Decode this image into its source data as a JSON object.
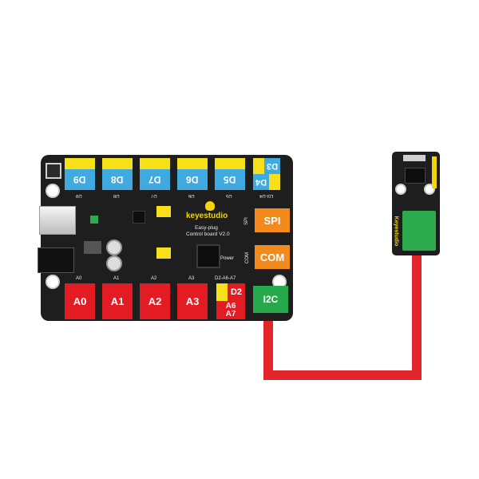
{
  "board": {
    "brand": "keyestudio",
    "line1": "Easy-plug",
    "line2": "Control board V2.0",
    "top_ports": [
      {
        "label": "D9",
        "silk": "D9"
      },
      {
        "label": "D8",
        "silk": "D8"
      },
      {
        "label": "D7",
        "silk": "D7"
      },
      {
        "label": "D6",
        "silk": "D6"
      },
      {
        "label": "D5",
        "silk": "D5"
      }
    ],
    "top_right": {
      "top": "D3",
      "bottom": "D4",
      "silk": "D3-D4"
    },
    "bottom_ports": [
      {
        "label": "A0",
        "silk": "A0"
      },
      {
        "label": "A1",
        "silk": "A1"
      },
      {
        "label": "A2",
        "silk": "A2"
      },
      {
        "label": "A3",
        "silk": "A3"
      }
    ],
    "bottom_combo": {
      "silk": "D2-A6-A7",
      "d2": "D2",
      "a6": "A6",
      "a7": "A7"
    },
    "side_ports": {
      "spi": "SPI",
      "com": "COM",
      "i2c": "I2C"
    },
    "side_silk": {
      "spi": "SPI",
      "com": "COM"
    },
    "power_label": "Power"
  },
  "module": {
    "brand": "Keyestudio"
  },
  "colors": {
    "board": "#1e1e1e",
    "digital_port": "#3fa9e0",
    "analog_port": "#e31b23",
    "spi_com_port": "#f28b1c",
    "i2c_port": "#26a94a",
    "wire": "#e3262b"
  }
}
